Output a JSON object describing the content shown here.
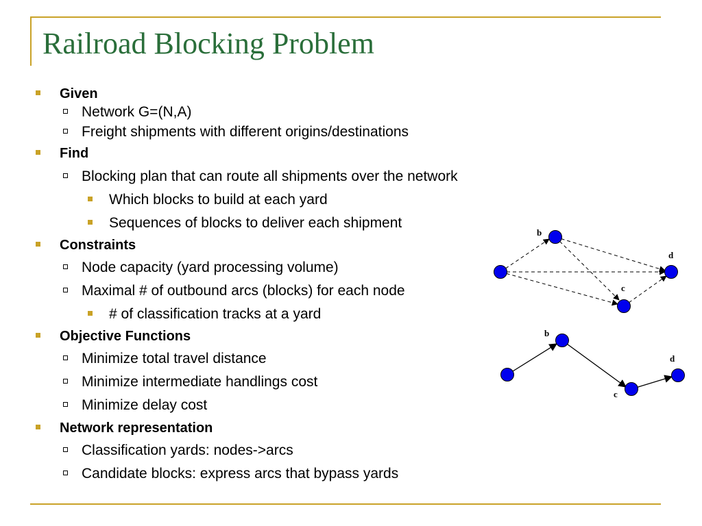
{
  "title": "Railroad Blocking Problem",
  "bullets": [
    {
      "text": "Given"
    },
    {
      "text": "Network G=(N,A)"
    },
    {
      "text": "Freight shipments with different origins/destinations"
    },
    {
      "text": "Find"
    },
    {
      "text": "Blocking plan that can route all shipments over the network"
    },
    {
      "text": "Which blocks to build at each yard"
    },
    {
      "text": "Sequences of blocks to deliver each shipment"
    },
    {
      "text": "Constraints"
    },
    {
      "text": "Node capacity (yard processing volume)"
    },
    {
      "text": "Maximal # of outbound arcs (blocks) for each node"
    },
    {
      "text": "# of classification tracks at a yard"
    },
    {
      "text": "Objective Functions"
    },
    {
      "text": "Minimize total travel distance"
    },
    {
      "text": "Minimize intermediate handlings cost"
    },
    {
      "text": "Minimize delay cost"
    },
    {
      "text": "Network representation"
    },
    {
      "text": "Classification yards: nodes->arcs"
    },
    {
      "text": "Candidate blocks: express arcs that bypass yards"
    }
  ],
  "diagram_top": {
    "labels": {
      "b": "b",
      "c": "c",
      "d": "d"
    }
  },
  "diagram_bottom": {
    "labels": {
      "b": "b",
      "c": "c",
      "d": "d"
    }
  },
  "colors": {
    "title": "#2a6e3a",
    "accent": "#c9a227",
    "node": "#0000ee"
  }
}
